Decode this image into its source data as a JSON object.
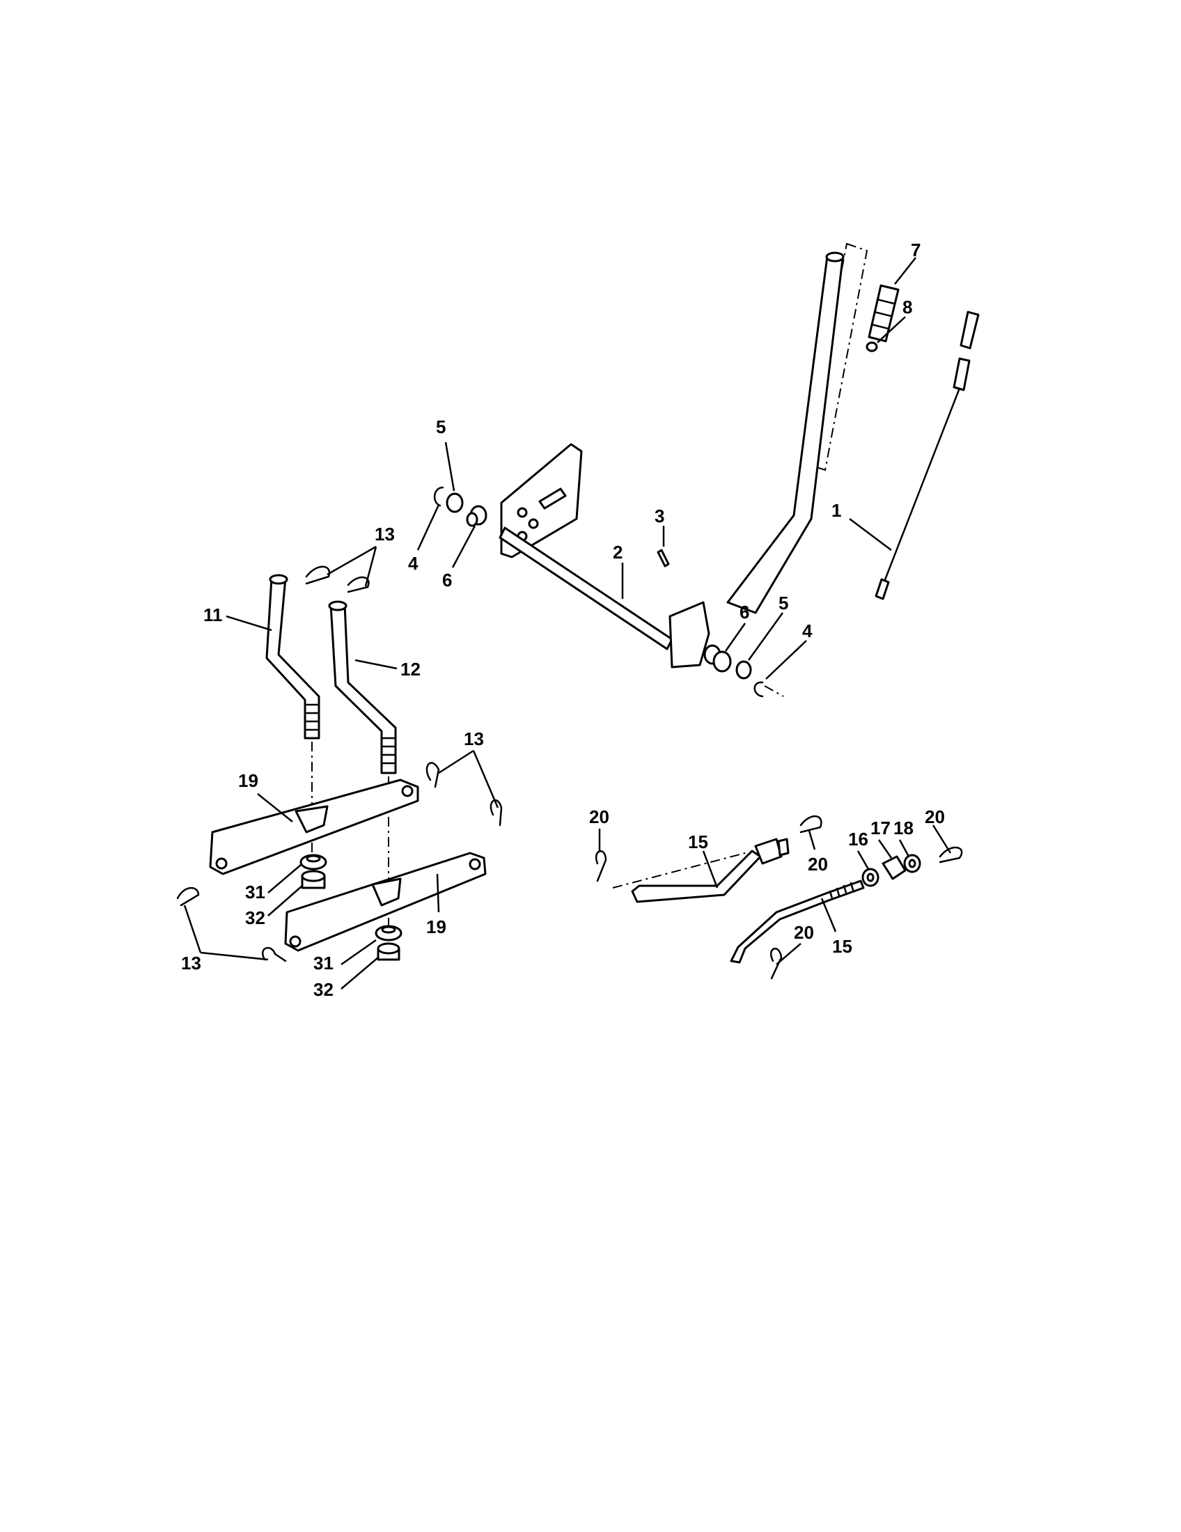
{
  "callouts": {
    "c1": "1",
    "c2": "2",
    "c3": "3",
    "c4a": "4",
    "c4b": "4",
    "c5a": "5",
    "c5b": "5",
    "c6a": "6",
    "c6b": "6",
    "c7": "7",
    "c8": "8",
    "c11": "11",
    "c12": "12",
    "c13a": "13",
    "c13b": "13",
    "c13c": "13",
    "c15a": "15",
    "c15b": "15",
    "c16": "16",
    "c17": "17",
    "c18": "18",
    "c19a": "19",
    "c19b": "19",
    "c20a": "20",
    "c20b": "20",
    "c20c": "20",
    "c20d": "20",
    "c31a": "31",
    "c31b": "31",
    "c32a": "32",
    "c32b": "32"
  }
}
